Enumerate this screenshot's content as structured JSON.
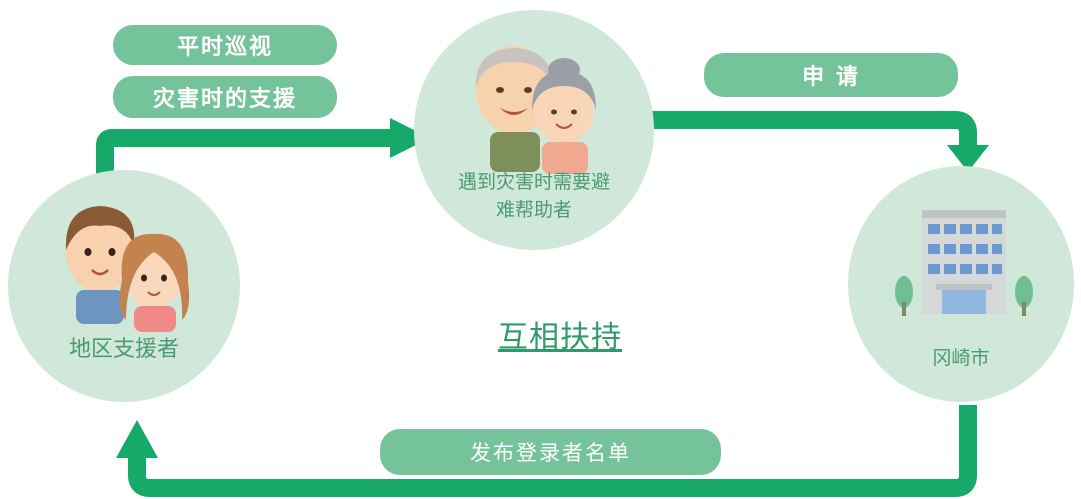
{
  "pills": {
    "patrol": "平时巡视",
    "disaster_support": "灾害时的支援",
    "apply": "申 请",
    "publish_list": "发布登录者名单"
  },
  "nodes": {
    "needs_help_line1": "遇到灾害时需要避",
    "needs_help_line2": "难帮助者",
    "local_supporter": "地区支援者",
    "city": "冈崎市"
  },
  "center_title": "互相扶持",
  "colors": {
    "arrow_green": "#16a969",
    "pill_green": "#75c39a",
    "circle_fill": "#cfe8d9",
    "label_green": "#4a9a72"
  },
  "icons": [
    "elderly-couple-icon",
    "young-couple-icon",
    "city-hall-building-icon"
  ]
}
